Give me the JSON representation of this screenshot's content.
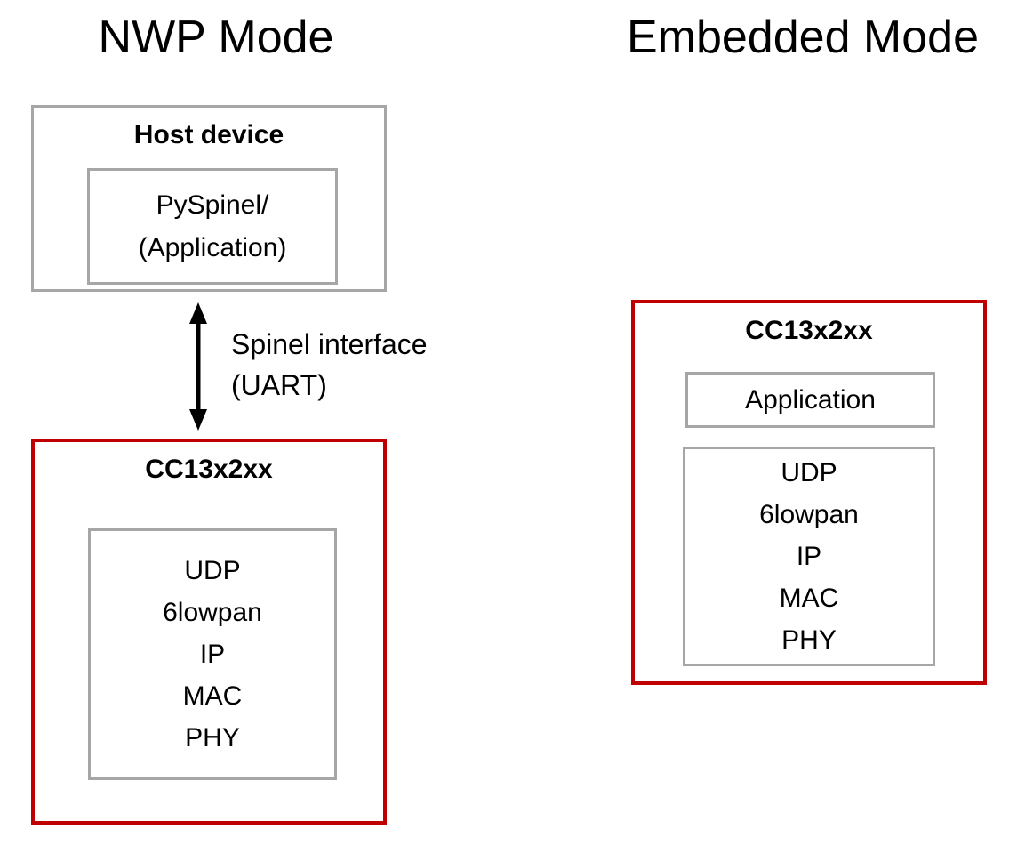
{
  "diagram": {
    "nwp": {
      "title": "NWP Mode",
      "host_box": {
        "label": "Host device",
        "inner_line1": "PySpinel/",
        "inner_line2": "(Application)"
      },
      "link": {
        "label_line1": "Spinel interface",
        "label_line2": "(UART)"
      },
      "cc_box": {
        "label": "CC13x2xx",
        "stack": [
          "UDP",
          "6lowpan",
          "IP",
          "MAC",
          "PHY"
        ]
      }
    },
    "embedded": {
      "title": "Embedded Mode",
      "cc_box": {
        "label": "CC13x2xx",
        "app_label": "Application",
        "stack": [
          "UDP",
          "6lowpan",
          "IP",
          "MAC",
          "PHY"
        ]
      }
    },
    "colors": {
      "box_border_gray": "#a6a6a6",
      "chip_border_red": "#c00000",
      "arrow_black": "#000000",
      "text": "#000000",
      "background": "#ffffff"
    }
  }
}
